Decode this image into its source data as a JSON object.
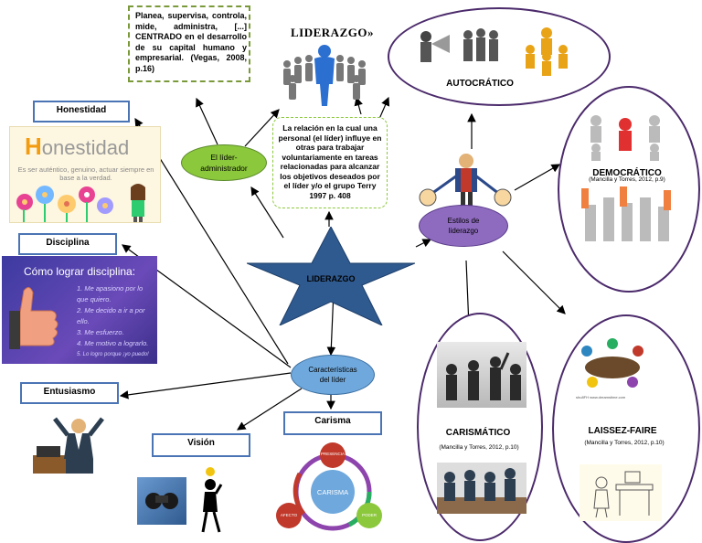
{
  "center": {
    "label": "LIDERAZGO"
  },
  "top_note": {
    "text": "Planea, supervisa, controla, mide, administra, [...] CENTRADO en el desarrollo de su capital humano y empresarial. (Vegas, 2008, p.16)"
  },
  "title_image": {
    "title": "LIDERAZGO»"
  },
  "definition": {
    "text": "La relación en la cual una personal (el líder) influye en otras para trabajar voluntariamente en tareas relacionadas para alcanzar los objetivos deseados por el líder y/o el grupo Terry 1997  p. 408"
  },
  "lider_admin": {
    "label": "El líder-administrador"
  },
  "estilos": {
    "label": "Estilos de liderazgo"
  },
  "caracteristicas": {
    "label": "Características del líder"
  },
  "traits": {
    "honestidad": "Honestidad",
    "disciplina": "Disciplina",
    "entusiasmo": "Entusiasmo",
    "vision": "Visión",
    "carisma": "Carisma"
  },
  "honestidad_img": {
    "big_letter": "H",
    "word": "onestidad",
    "subtitle": "Es ser auténtico, genuino, actuar siempre en base a la verdad."
  },
  "disciplina_img": {
    "title": "Cómo lograr disciplina:",
    "items": [
      "1. Me apasiono por lo que quiero.",
      "2. Me decido a ir a por ello.",
      "3. Me esfuerzo.",
      "4. Me motivo a lograrlo.",
      "5. Lo logro porque ¡yo puedo!"
    ]
  },
  "carisma_cycle": {
    "center": "CARISMA",
    "nodes": [
      "PRESENCIA",
      "PODER",
      "AFECTO"
    ]
  },
  "styles": {
    "autocratico": {
      "title": "AUTOCRÁTICO"
    },
    "democratico": {
      "title": "DEMOCRÁTICO",
      "cite": "(Mancilla y Torres, 2012, p.9)"
    },
    "carismatico": {
      "title": "CARISMÁTICO",
      "cite": "(Mancilla y Torres, 2012, p.10)"
    },
    "laissez": {
      "title": "LAISSEZ-FAIRE",
      "cite": "(Mancilla y Torres, 2012, p.10)",
      "credit": "shu8FH  www.dreamstime.com"
    }
  },
  "colors": {
    "star": "#2f5a8f",
    "green": "#8cc83c",
    "blue_oval": "#6fa8dc",
    "purple": "#8e6bbf",
    "oval_border": "#4b2a6b"
  }
}
